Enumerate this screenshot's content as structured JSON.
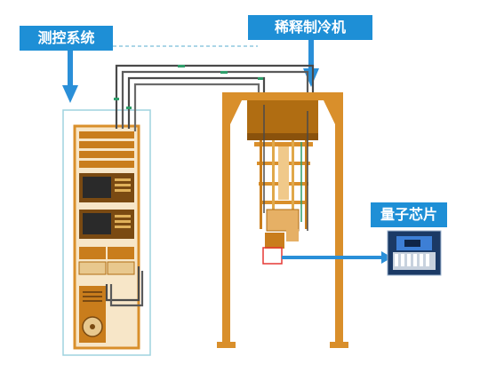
{
  "labels": {
    "control_system": "测控系统",
    "dilution_fridge": "稀释制冷机",
    "quantum_chip": "量子芯片"
  },
  "colors": {
    "label_bg": "#1e8fd6",
    "arrow": "#2a8fd8",
    "frame_wood": "#d98f2b",
    "frame_dark": "#b06d12",
    "cable": "#4a4a4a",
    "rack_outline": "#9fd3df",
    "highlight_box": "#e53935",
    "chip_bg": "#1b3a66"
  }
}
